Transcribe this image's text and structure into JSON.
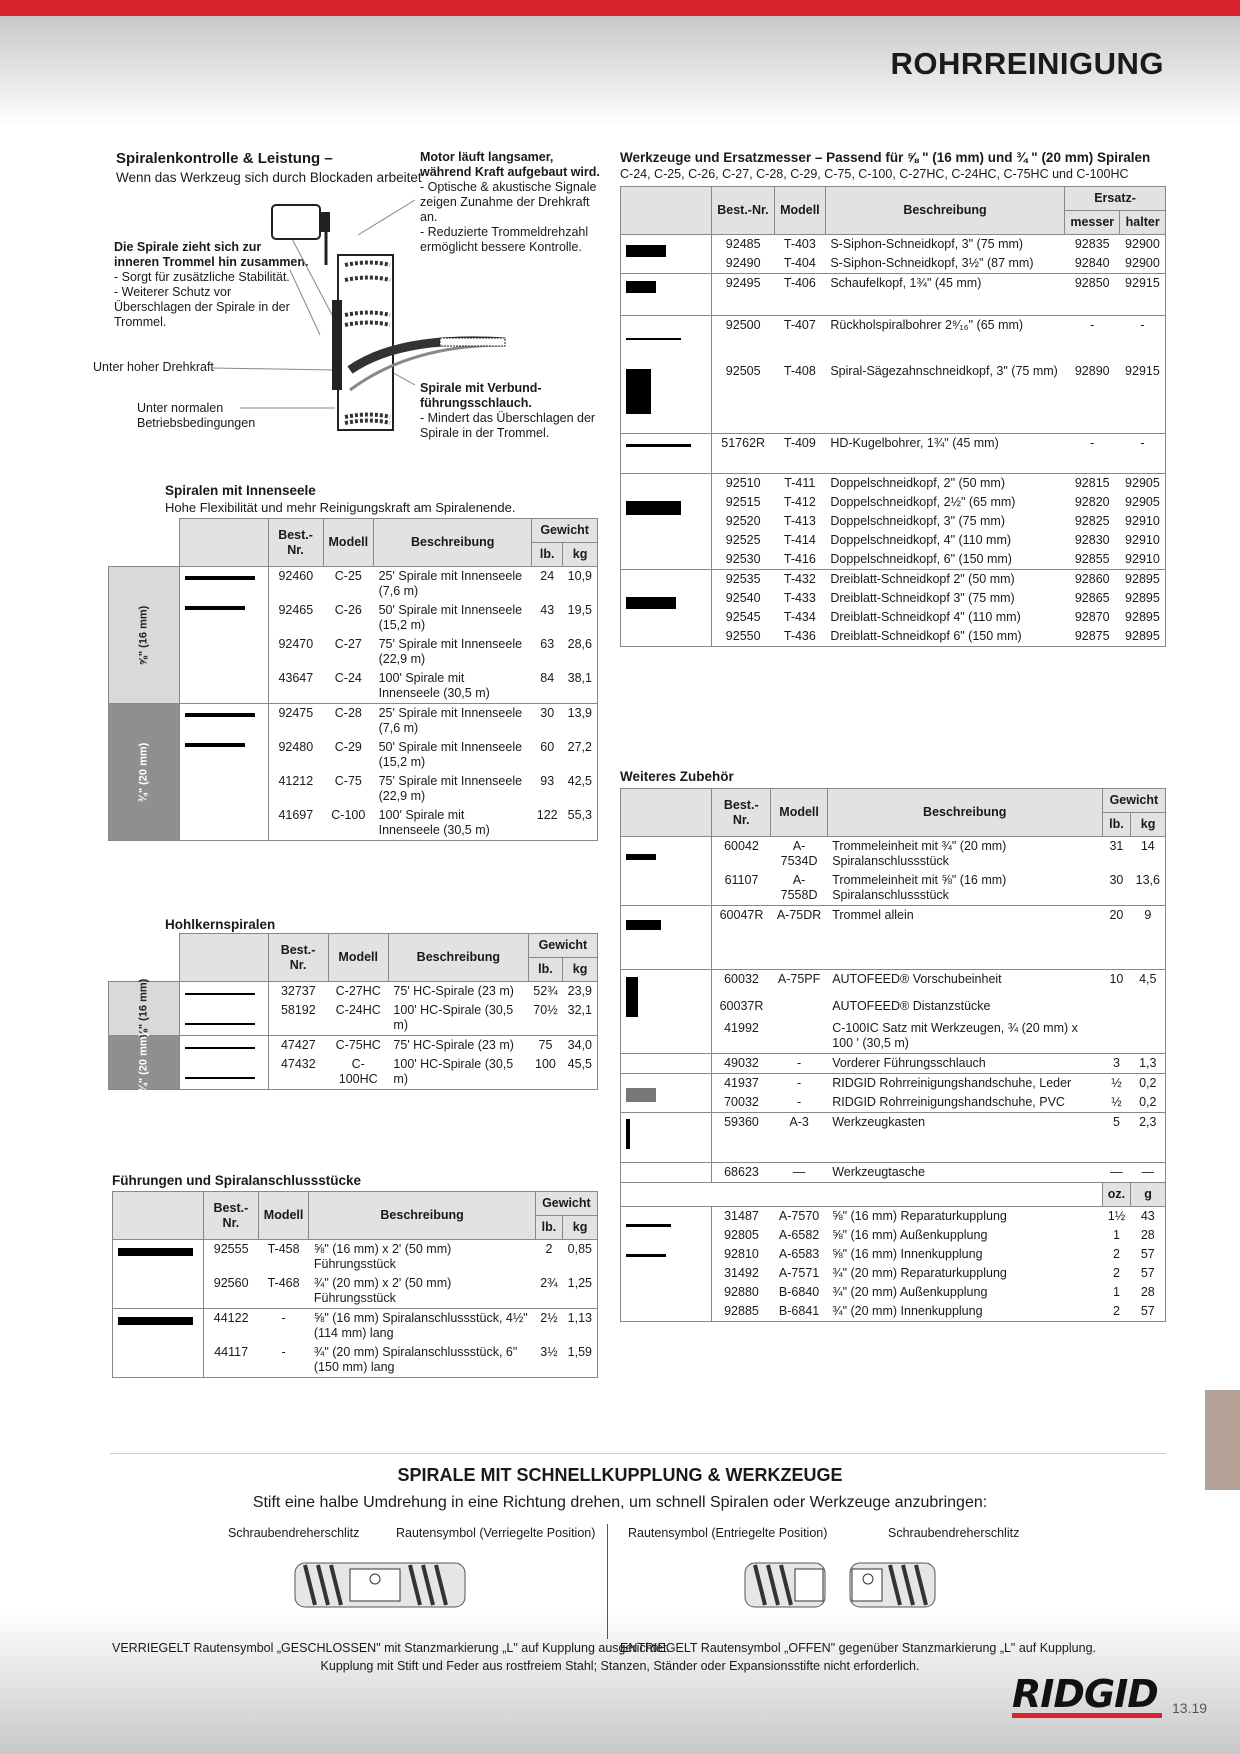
{
  "header": {
    "title": "ROHRREINIGUNG"
  },
  "diagram": {
    "title": "Spiralenkontrolle & Leistung –",
    "subtitle": "Wenn das Werkzeug sich durch Blockaden arbeitet",
    "motor_title": "Motor läuft langsamer, während Kraft aufgebaut wird.",
    "motor_l1": "- Optische & akustische Signale zeigen Zunahme der Drehkraft an.",
    "motor_l2": "- Reduzierte Trommeldrehzahl ermöglicht bessere Kontrolle.",
    "pull_title": "Die Spirale zieht sich zur inneren Trommel hin zusammen.",
    "pull_l1": "- Sorgt für zusätzliche Stabilität.",
    "pull_l2": "- Weiterer Schutz vor Überschlagen der Spirale in der Trommel.",
    "high_torque": "Unter hoher Drehkraft",
    "normal": "Unter normalen Betriebsbedingungen",
    "hose_title": "Spirale mit Verbund-führungsschlauch.",
    "hose_l1": "- Mindert das Überschlagen der Spirale in der Trommel."
  },
  "cols": {
    "bestnr": "Best.-Nr.",
    "modell": "Modell",
    "beschreibung": "Beschreibung",
    "gewicht": "Gewicht",
    "lb": "lb.",
    "kg": "kg",
    "ersatz": "Ersatz-",
    "messer": "messer",
    "halter": "halter",
    "oz": "oz.",
    "g": "g"
  },
  "innen": {
    "title": "Spiralen mit Innenseele",
    "subtitle": "Hohe Flexibilität und mehr Reinigungskraft am Spiralenende.",
    "side1": "⅝\" (16 mm)",
    "side2": "¾\" (20 mm)",
    "rows": [
      [
        "92460",
        "C-25",
        "25' Spirale mit Innenseele (7,6 m)",
        "24",
        "10,9"
      ],
      [
        "92465",
        "C-26",
        "50' Spirale mit Innenseele (15,2 m)",
        "43",
        "19,5"
      ],
      [
        "92470",
        "C-27",
        "75' Spirale mit Innenseele (22,9 m)",
        "63",
        "28,6"
      ],
      [
        "43647",
        "C-24",
        "100' Spirale mit Innenseele (30,5 m)",
        "84",
        "38,1"
      ],
      [
        "92475",
        "C-28",
        "25' Spirale mit Innenseele (7,6 m)",
        "30",
        "13,9"
      ],
      [
        "92480",
        "C-29",
        "50' Spirale mit Innenseele (15,2 m)",
        "60",
        "27,2"
      ],
      [
        "41212",
        "C-75",
        "75' Spirale mit Innenseele (22,9 m)",
        "93",
        "42,5"
      ],
      [
        "41697",
        "C-100",
        "100' Spirale mit Innenseele (30,5 m)",
        "122",
        "55,3"
      ]
    ]
  },
  "hohl": {
    "title": "Hohlkernspiralen",
    "side1": "⅝\" (16 mm)",
    "side2": "¾\" (20 mm)",
    "rows": [
      [
        "32737",
        "C-27HC",
        "75' HC-Spirale (23 m)",
        "52¾",
        "23,9"
      ],
      [
        "58192",
        "C-24HC",
        "100' HC-Spirale (30,5 m)",
        "70½",
        "32,1"
      ],
      [
        "47427",
        "C-75HC",
        "75' HC-Spirale (23 m)",
        "75",
        "34,0"
      ],
      [
        "47432",
        "C-100HC",
        "100' HC-Spirale (30,5 m)",
        "100",
        "45,5"
      ]
    ]
  },
  "fuehr": {
    "title": "Führungen und Spiralanschlussstücke",
    "rows": [
      [
        "92555",
        "T-458",
        "⅝\" (16 mm) x 2' (50 mm) Führungsstück",
        "2",
        "0,85"
      ],
      [
        "92560",
        "T-468",
        "¾\" (20 mm) x 2' (50 mm) Führungsstück",
        "2¾",
        "1,25"
      ],
      [
        "44122",
        "-",
        "⅝\" (16 mm) Spiralanschlussstück, 4½\" (114 mm) lang",
        "2½",
        "1,13"
      ],
      [
        "44117",
        "-",
        "¾\" (20 mm) Spiralanschlussstück, 6\" (150 mm) lang",
        "3½",
        "1,59"
      ]
    ]
  },
  "werkz": {
    "title": "Werkzeuge und Ersatzmesser – Passend für ⅝ \" (16 mm) und ¾ \" (20 mm) Spiralen",
    "subtitle": "C-24, C-25, C-26, C-27, C-28, C-29, C-75, C-100, C-27HC, C-24HC, C-75HC und C-100HC",
    "rows": [
      [
        "92485",
        "T-403",
        "S-Siphon-Schneidkopf, 3\" (75 mm)",
        "92835",
        "92900"
      ],
      [
        "92490",
        "T-404",
        "S-Siphon-Schneidkopf, 3½\" (87 mm)",
        "92840",
        "92900"
      ],
      [
        "92495",
        "T-406",
        "Schaufelkopf, 1¾\" (45 mm)",
        "92850",
        "92915"
      ],
      [
        "92500",
        "T-407",
        "Rückholspiralbohrer 2⁹⁄₁₆\" (65 mm)",
        "-",
        "-"
      ],
      [
        "92505",
        "T-408",
        "Spiral-Sägezahnschneidkopf, 3\" (75 mm)",
        "92890",
        "92915"
      ],
      [
        "51762R",
        "T-409",
        "HD-Kugelbohrer, 1¾\" (45 mm)",
        "-",
        "-"
      ],
      [
        "92510",
        "T-411",
        "Doppelschneidkopf, 2\" (50 mm)",
        "92815",
        "92905"
      ],
      [
        "92515",
        "T-412",
        "Doppelschneidkopf, 2½\" (65 mm)",
        "92820",
        "92905"
      ],
      [
        "92520",
        "T-413",
        "Doppelschneidkopf, 3\" (75 mm)",
        "92825",
        "92910"
      ],
      [
        "92525",
        "T-414",
        "Doppelschneidkopf, 4\" (110 mm)",
        "92830",
        "92910"
      ],
      [
        "92530",
        "T-416",
        "Doppelschneidkopf, 6\" (150 mm)",
        "92855",
        "92910"
      ],
      [
        "92535",
        "T-432",
        "Dreiblatt-Schneidkopf 2\" (50 mm)",
        "92860",
        "92895"
      ],
      [
        "92540",
        "T-433",
        "Dreiblatt-Schneidkopf 3\" (75 mm)",
        "92865",
        "92895"
      ],
      [
        "92545",
        "T-434",
        "Dreiblatt-Schneidkopf 4\" (110 mm)",
        "92870",
        "92895"
      ],
      [
        "92550",
        "T-436",
        "Dreiblatt-Schneidkopf 6\" (150 mm)",
        "92875",
        "92895"
      ]
    ]
  },
  "zub": {
    "title": "Weiteres Zubehör",
    "rows": [
      [
        "60042",
        "A-7534D",
        "Trommeleinheit mit ¾\" (20 mm) Spiralanschlussstück",
        "31",
        "14"
      ],
      [
        "61107",
        "A-7558D",
        "Trommeleinheit mit ⅝\" (16 mm) Spiralanschlussstück",
        "30",
        "13,6"
      ],
      [
        "60047R",
        "A-75DR",
        "Trommel allein",
        "20",
        "9"
      ],
      [
        "60032",
        "A-75PF",
        "AUTOFEED® Vorschubeinheit",
        "10",
        "4,5"
      ],
      [
        "60037R",
        "",
        "AUTOFEED® Distanzstücke",
        "",
        ""
      ],
      [
        "41992",
        "",
        "C-100IC Satz mit Werkzeugen, ¾ (20 mm) x 100 ' (30,5 m)",
        "",
        ""
      ],
      [
        "49032",
        "-",
        "Vorderer Führungsschlauch",
        "3",
        "1,3"
      ],
      [
        "41937",
        "-",
        "RIDGID Rohrreinigungshandschuhe, Leder",
        "½",
        "0,2"
      ],
      [
        "70032",
        "-",
        "RIDGID Rohrreinigungshandschuhe, PVC",
        "½",
        "0,2"
      ],
      [
        "59360",
        "A-3",
        "Werkzeugkasten",
        "5",
        "2,3"
      ],
      [
        "68623",
        "—",
        "Werkzeugtasche",
        "—",
        "—"
      ]
    ],
    "rows2": [
      [
        "31487",
        "A-7570",
        "⅝\" (16 mm) Reparaturkupplung",
        "1½",
        "43"
      ],
      [
        "92805",
        "A-6582",
        "⅝\" (16 mm) Außenkupplung",
        "1",
        "28"
      ],
      [
        "92810",
        "A-6583",
        "⅝\" (16 mm) Innenkupplung",
        "2",
        "57"
      ],
      [
        "31492",
        "A-7571",
        "¾\" (20 mm) Reparaturkupplung",
        "2",
        "57"
      ],
      [
        "92880",
        "B-6840",
        "¾\" (20 mm) Außenkupplung",
        "1",
        "28"
      ],
      [
        "92885",
        "B-6841",
        "¾\" (20 mm) Innenkupplung",
        "2",
        "57"
      ]
    ]
  },
  "coupling": {
    "title": "SPIRALE MIT SCHNELLKUPPLUNG & WERKZEUGE",
    "subtitle": "Stift eine halbe Umdrehung in eine Richtung drehen, um schnell Spiralen oder Werkzeuge anzubringen:",
    "lbl1": "Schraubendreherschlitz",
    "lbl2": "Rautensymbol (Verriegelte Position)",
    "lbl3": "Rautensymbol (Entriegelte Position)",
    "lbl4": "Schraubendreherschlitz",
    "locked": "VERRIEGELT Rautensymbol „GESCHLOSSEN\" mit Stanzmarkierung „L\" auf Kupplung ausgerichtet.",
    "unlocked": "ENTRIEGELT Rautensymbol „OFFEN\" gegenüber Stanzmarkierung „L\" auf Kupplung.",
    "footnote": "Kupplung mit Stift und Feder aus rostfreiem Stahl; Stanzen, Ständer oder Expansionsstifte nicht erforderlich."
  },
  "footer": {
    "brand": "RIDGID",
    "page": "13.19"
  }
}
